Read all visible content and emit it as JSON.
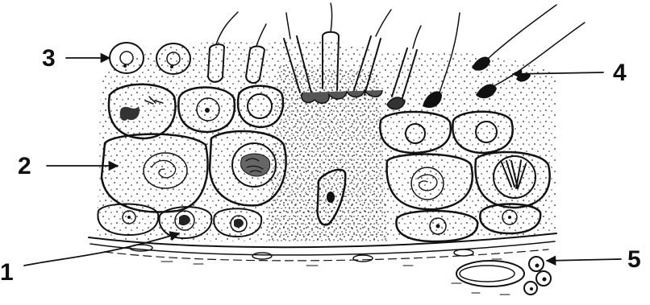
{
  "figure": {
    "labels": [
      {
        "id": "1",
        "text": "1"
      },
      {
        "id": "2",
        "text": "2"
      },
      {
        "id": "3",
        "text": "3"
      },
      {
        "id": "4",
        "text": "4"
      },
      {
        "id": "5",
        "text": "5"
      }
    ]
  }
}
